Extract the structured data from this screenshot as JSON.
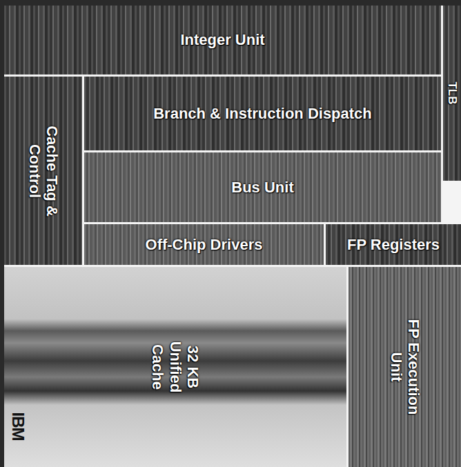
{
  "diagram": {
    "nodes": [
      {
        "text": [
          "Integer Unit"
        ]
      },
      {
        "text": [
          "TLB"
        ]
      },
      {
        "text": [
          "Cache Tag & Control"
        ]
      },
      {
        "text": [
          "Branch & Instruction Dispatch"
        ]
      },
      {
        "text": [
          "Bus Unit"
        ]
      },
      {
        "text": [
          "Off-Chip Drivers"
        ]
      },
      {
        "text": [
          "FP Registers"
        ]
      },
      {
        "text": [
          "32 KB Unified Cache"
        ]
      },
      {
        "text": [
          "FP Execution Unit"
        ]
      }
    ],
    "labels": [
      "IBM"
    ]
  }
}
